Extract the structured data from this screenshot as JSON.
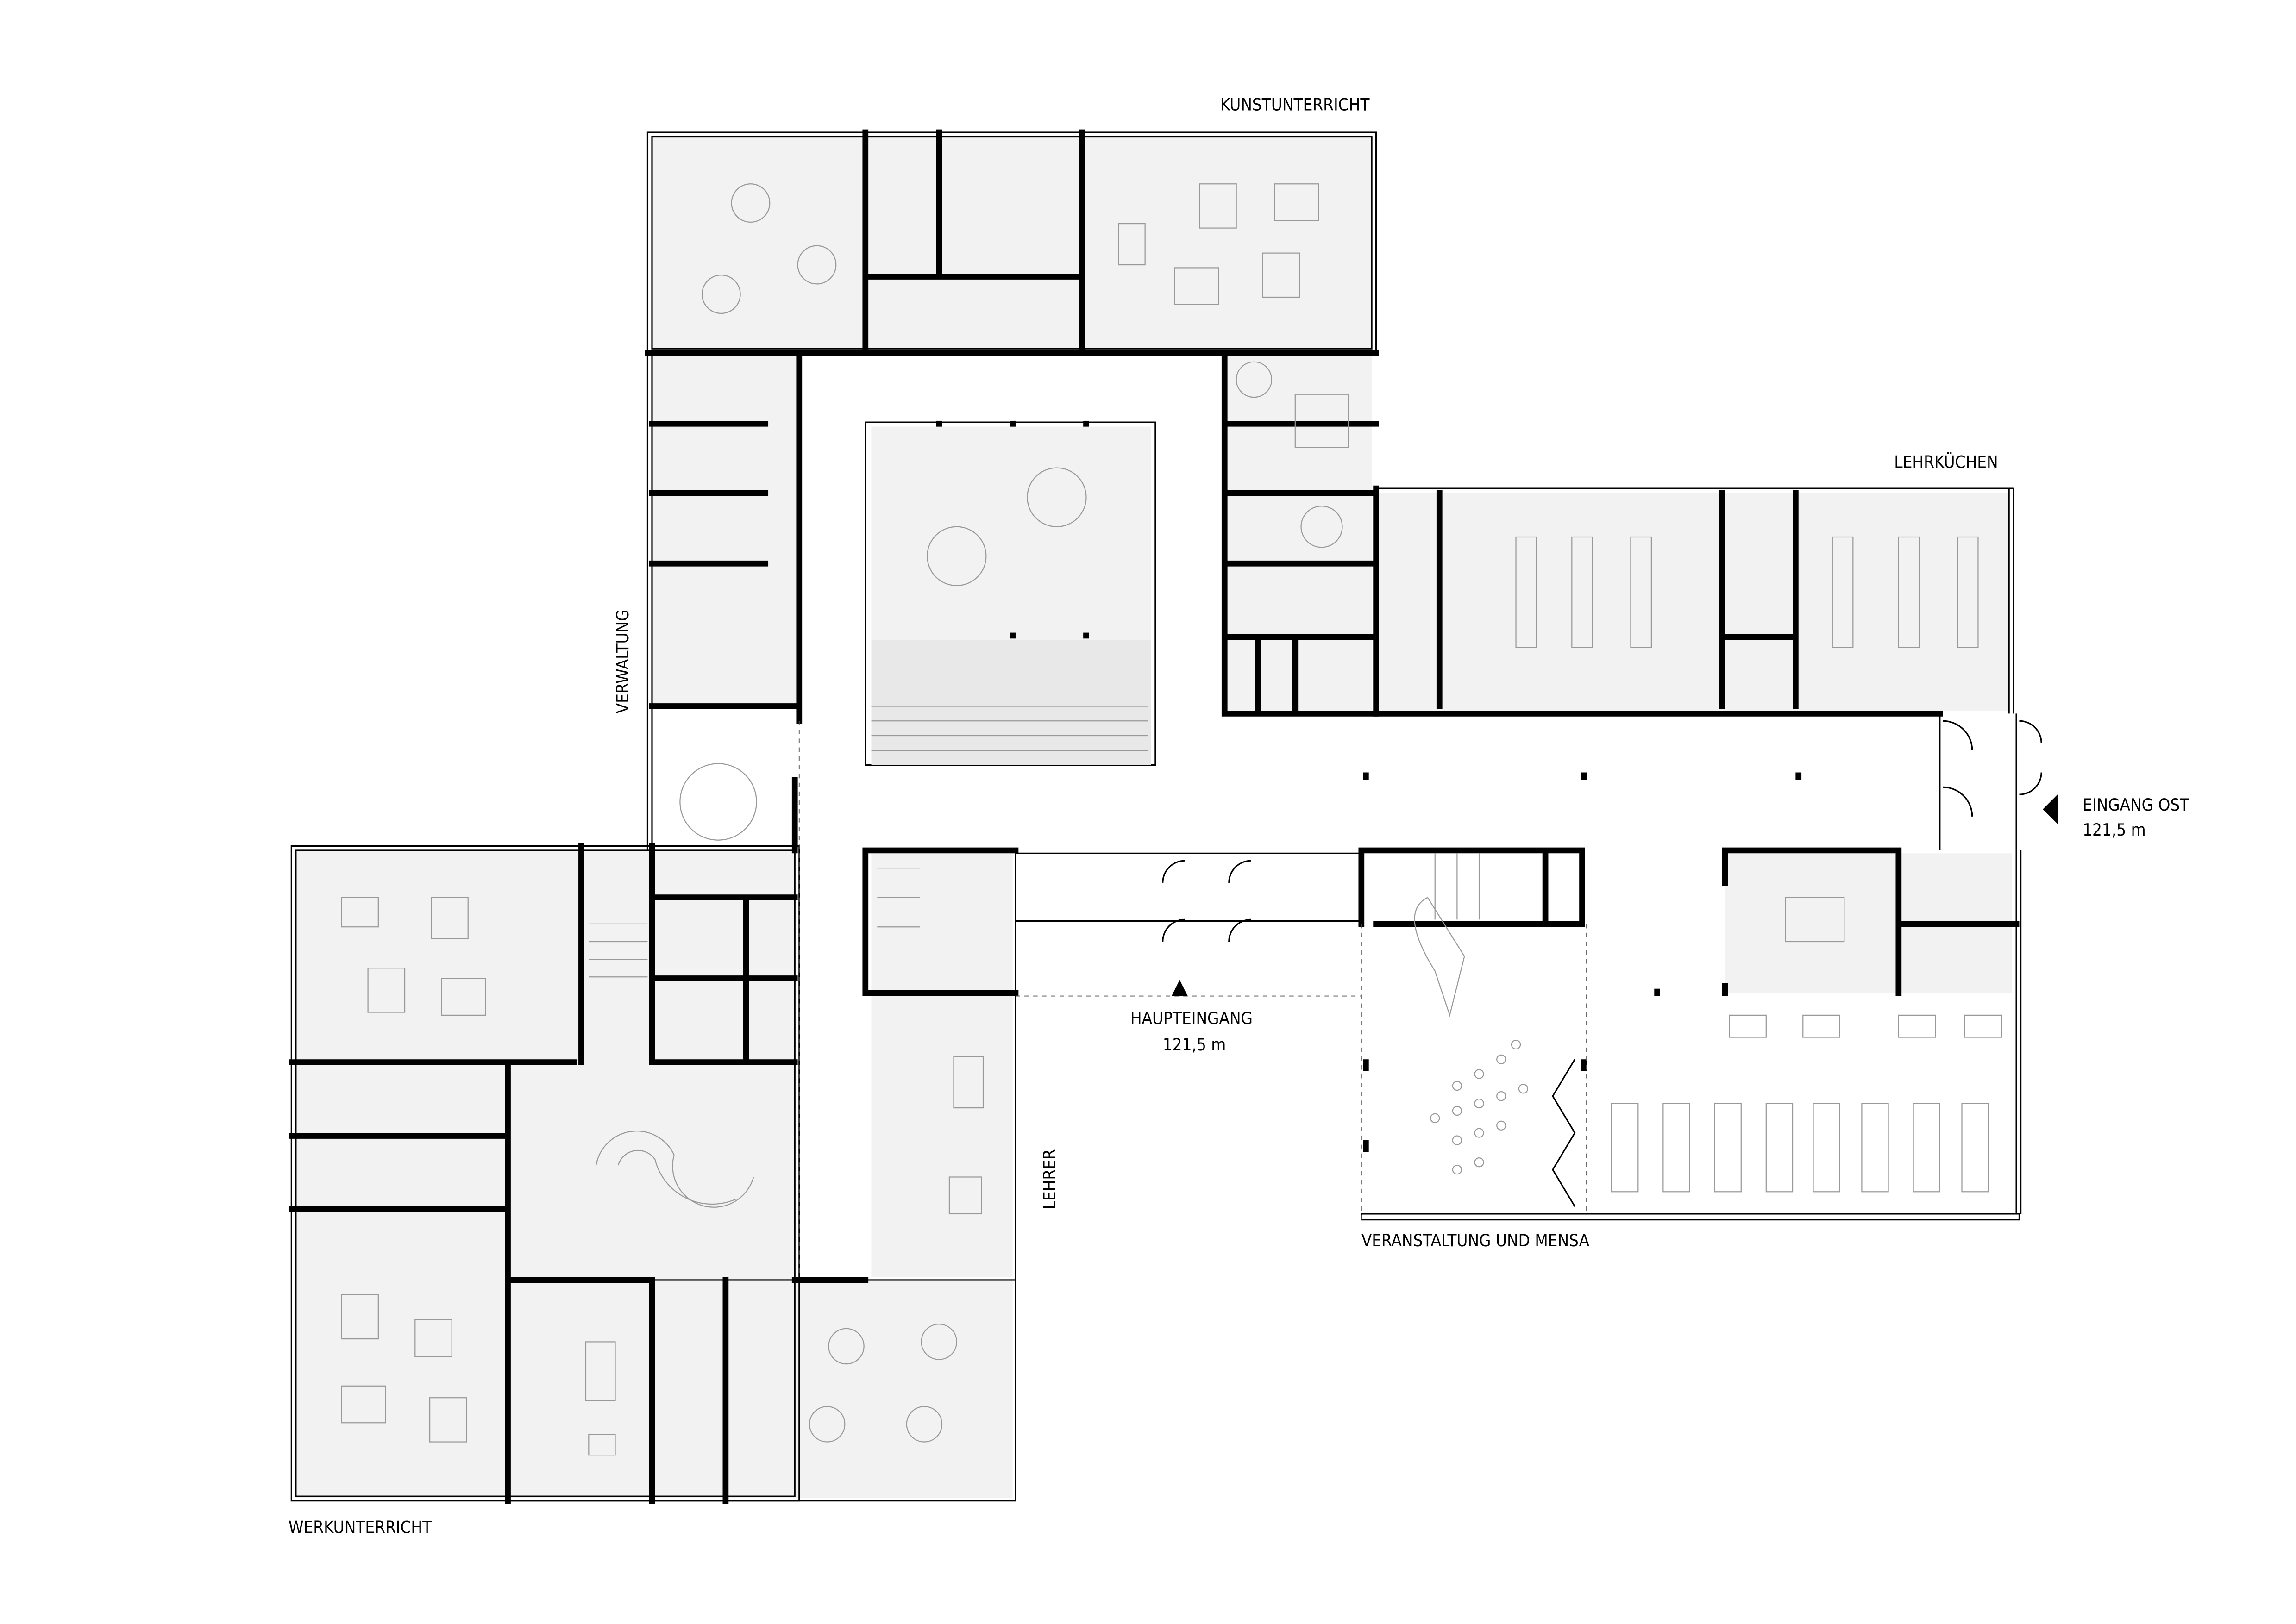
{
  "plan": {
    "labels": {
      "kunstunterricht": "KUNSTUNTERRICHT",
      "lehrkuechen": "LEHRKÜCHEN",
      "verwaltung": "VERWALTUNG",
      "eingang_ost": "EINGANG OST",
      "eingang_ost_level": "121,5 m",
      "haupteingang": "HAUPTEINGANG",
      "haupteingang_level": "121,5 m",
      "lehrer": "LEHRER",
      "veranstaltung_mensa": "VERANSTALTUNG UND MENSA",
      "werkunterricht": "WERKUNTERRICHT"
    },
    "colors": {
      "wall": "#000000",
      "room_fill": "#f2f2f2",
      "furniture": "#999999"
    }
  }
}
